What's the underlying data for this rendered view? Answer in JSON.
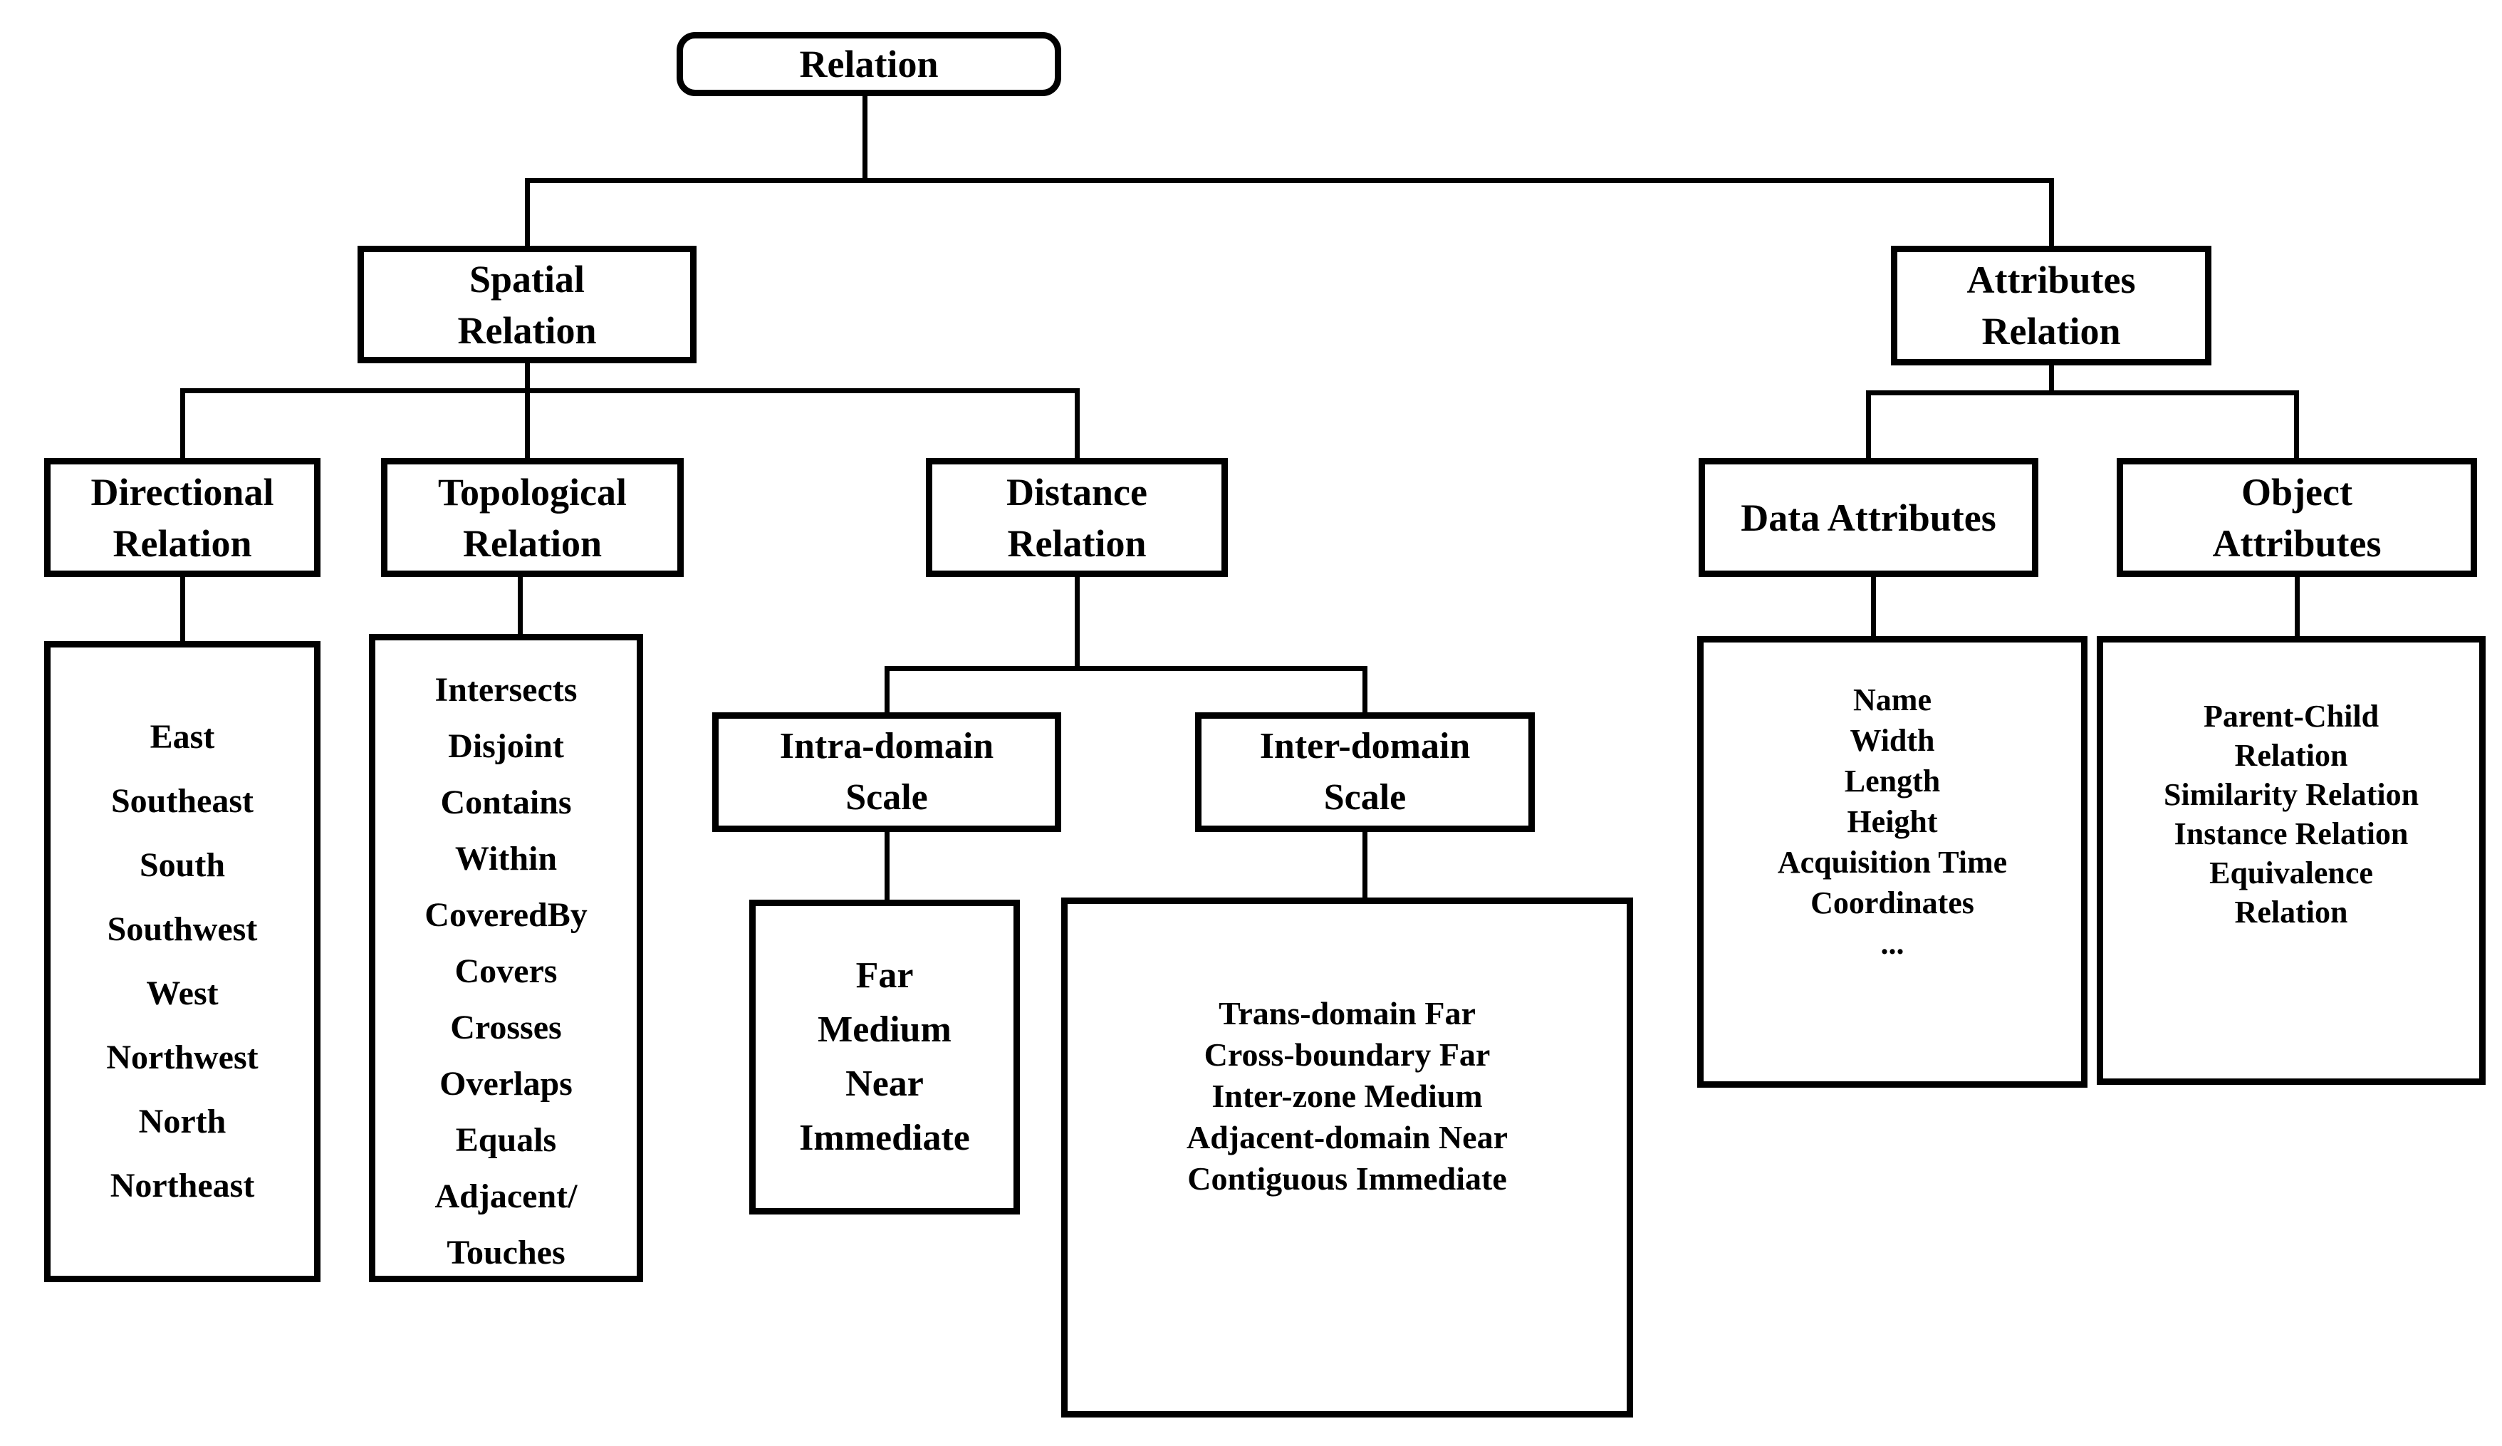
{
  "diagram_title": "Relation taxonomy tree",
  "colors": {
    "background": "#ffffff",
    "line": "#000000",
    "text": "#000000",
    "box_fill": "#ffffff"
  },
  "nodes": {
    "relation": {
      "lines": [
        "Relation"
      ]
    },
    "spatial": {
      "lines": [
        "Spatial",
        "Relation"
      ]
    },
    "attributes": {
      "lines": [
        "Attributes",
        "Relation"
      ]
    },
    "directional": {
      "lines": [
        "Directional",
        "Relation"
      ]
    },
    "topological": {
      "lines": [
        "Topological",
        "Relation"
      ]
    },
    "distance": {
      "lines": [
        "Distance",
        "Relation"
      ]
    },
    "data_attributes": {
      "lines": [
        "Data Attributes"
      ]
    },
    "object_attributes": {
      "lines": [
        "Object",
        "Attributes"
      ]
    },
    "intra_scale": {
      "lines": [
        "Intra-domain",
        "Scale"
      ]
    },
    "inter_scale": {
      "lines": [
        "Inter-domain",
        "Scale"
      ]
    }
  },
  "leaves": {
    "directional_values": {
      "lines": [
        "East",
        "Southeast",
        "South",
        "Southwest",
        "West",
        "Northwest",
        "North",
        "Northeast"
      ]
    },
    "topological_values": {
      "lines": [
        "Intersects",
        "Disjoint",
        "Contains",
        "Within",
        "CoveredBy",
        "Covers",
        "Crosses",
        "Overlaps",
        "Equals",
        "Adjacent/",
        "Touches"
      ]
    },
    "intra_domain_values": {
      "lines": [
        "Far",
        "Medium",
        "Near",
        "Immediate"
      ]
    },
    "inter_domain_values": {
      "lines": [
        "Trans-domain Far",
        "Cross-boundary Far",
        "Inter-zone Medium",
        "Adjacent-domain Near",
        "Contiguous Immediate"
      ]
    },
    "data_attribute_values": {
      "lines": [
        "Name",
        "Width",
        "Length",
        "Height",
        "Acquisition Time",
        "Coordinates",
        "..."
      ]
    },
    "object_attribute_values": {
      "lines": [
        "Parent-Child",
        "Relation",
        "Similarity Relation",
        "Instance Relation",
        "Equivalence",
        "Relation"
      ]
    }
  },
  "hierarchy": {
    "root": "Relation",
    "children": {
      "Spatial Relation": [
        "Directional Relation",
        "Topological Relation",
        "Distance Relation"
      ],
      "Distance Relation": [
        "Intra-domain Scale",
        "Inter-domain Scale"
      ],
      "Attributes Relation": [
        "Data Attributes",
        "Object Attributes"
      ]
    }
  }
}
